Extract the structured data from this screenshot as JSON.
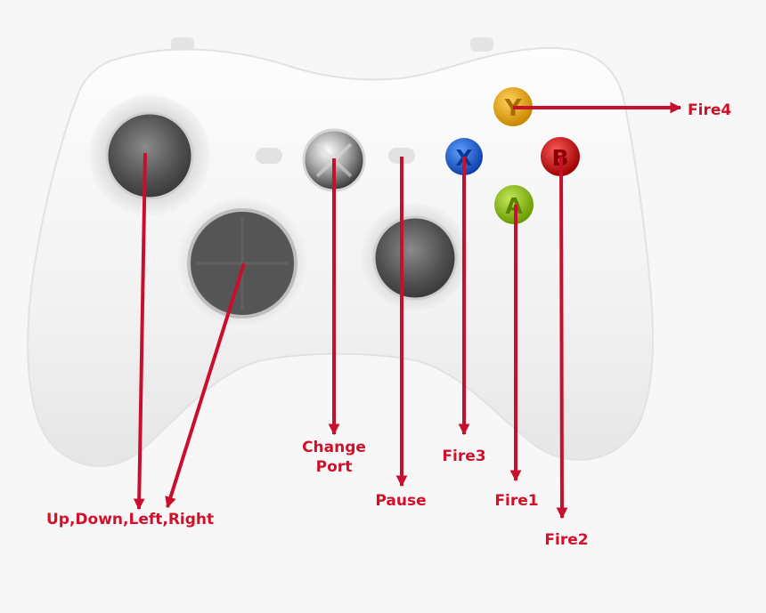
{
  "colors": {
    "arrow": "#c8102e",
    "label": "#d0112b",
    "button_y": "#e8a400",
    "button_x": "#1f6fe0",
    "button_b": "#cc1010",
    "button_a": "#8fbf16",
    "controller_body": "#f4f4f4"
  },
  "buttons": {
    "y": "Y",
    "x": "X",
    "b": "B",
    "a": "A"
  },
  "labels": {
    "dpad": "Up,Down,Left,Right",
    "change_port": "Change\nPort",
    "pause": "Pause",
    "fire3": "Fire3",
    "fire1": "Fire1",
    "fire2": "Fire2",
    "fire4": "Fire4"
  }
}
